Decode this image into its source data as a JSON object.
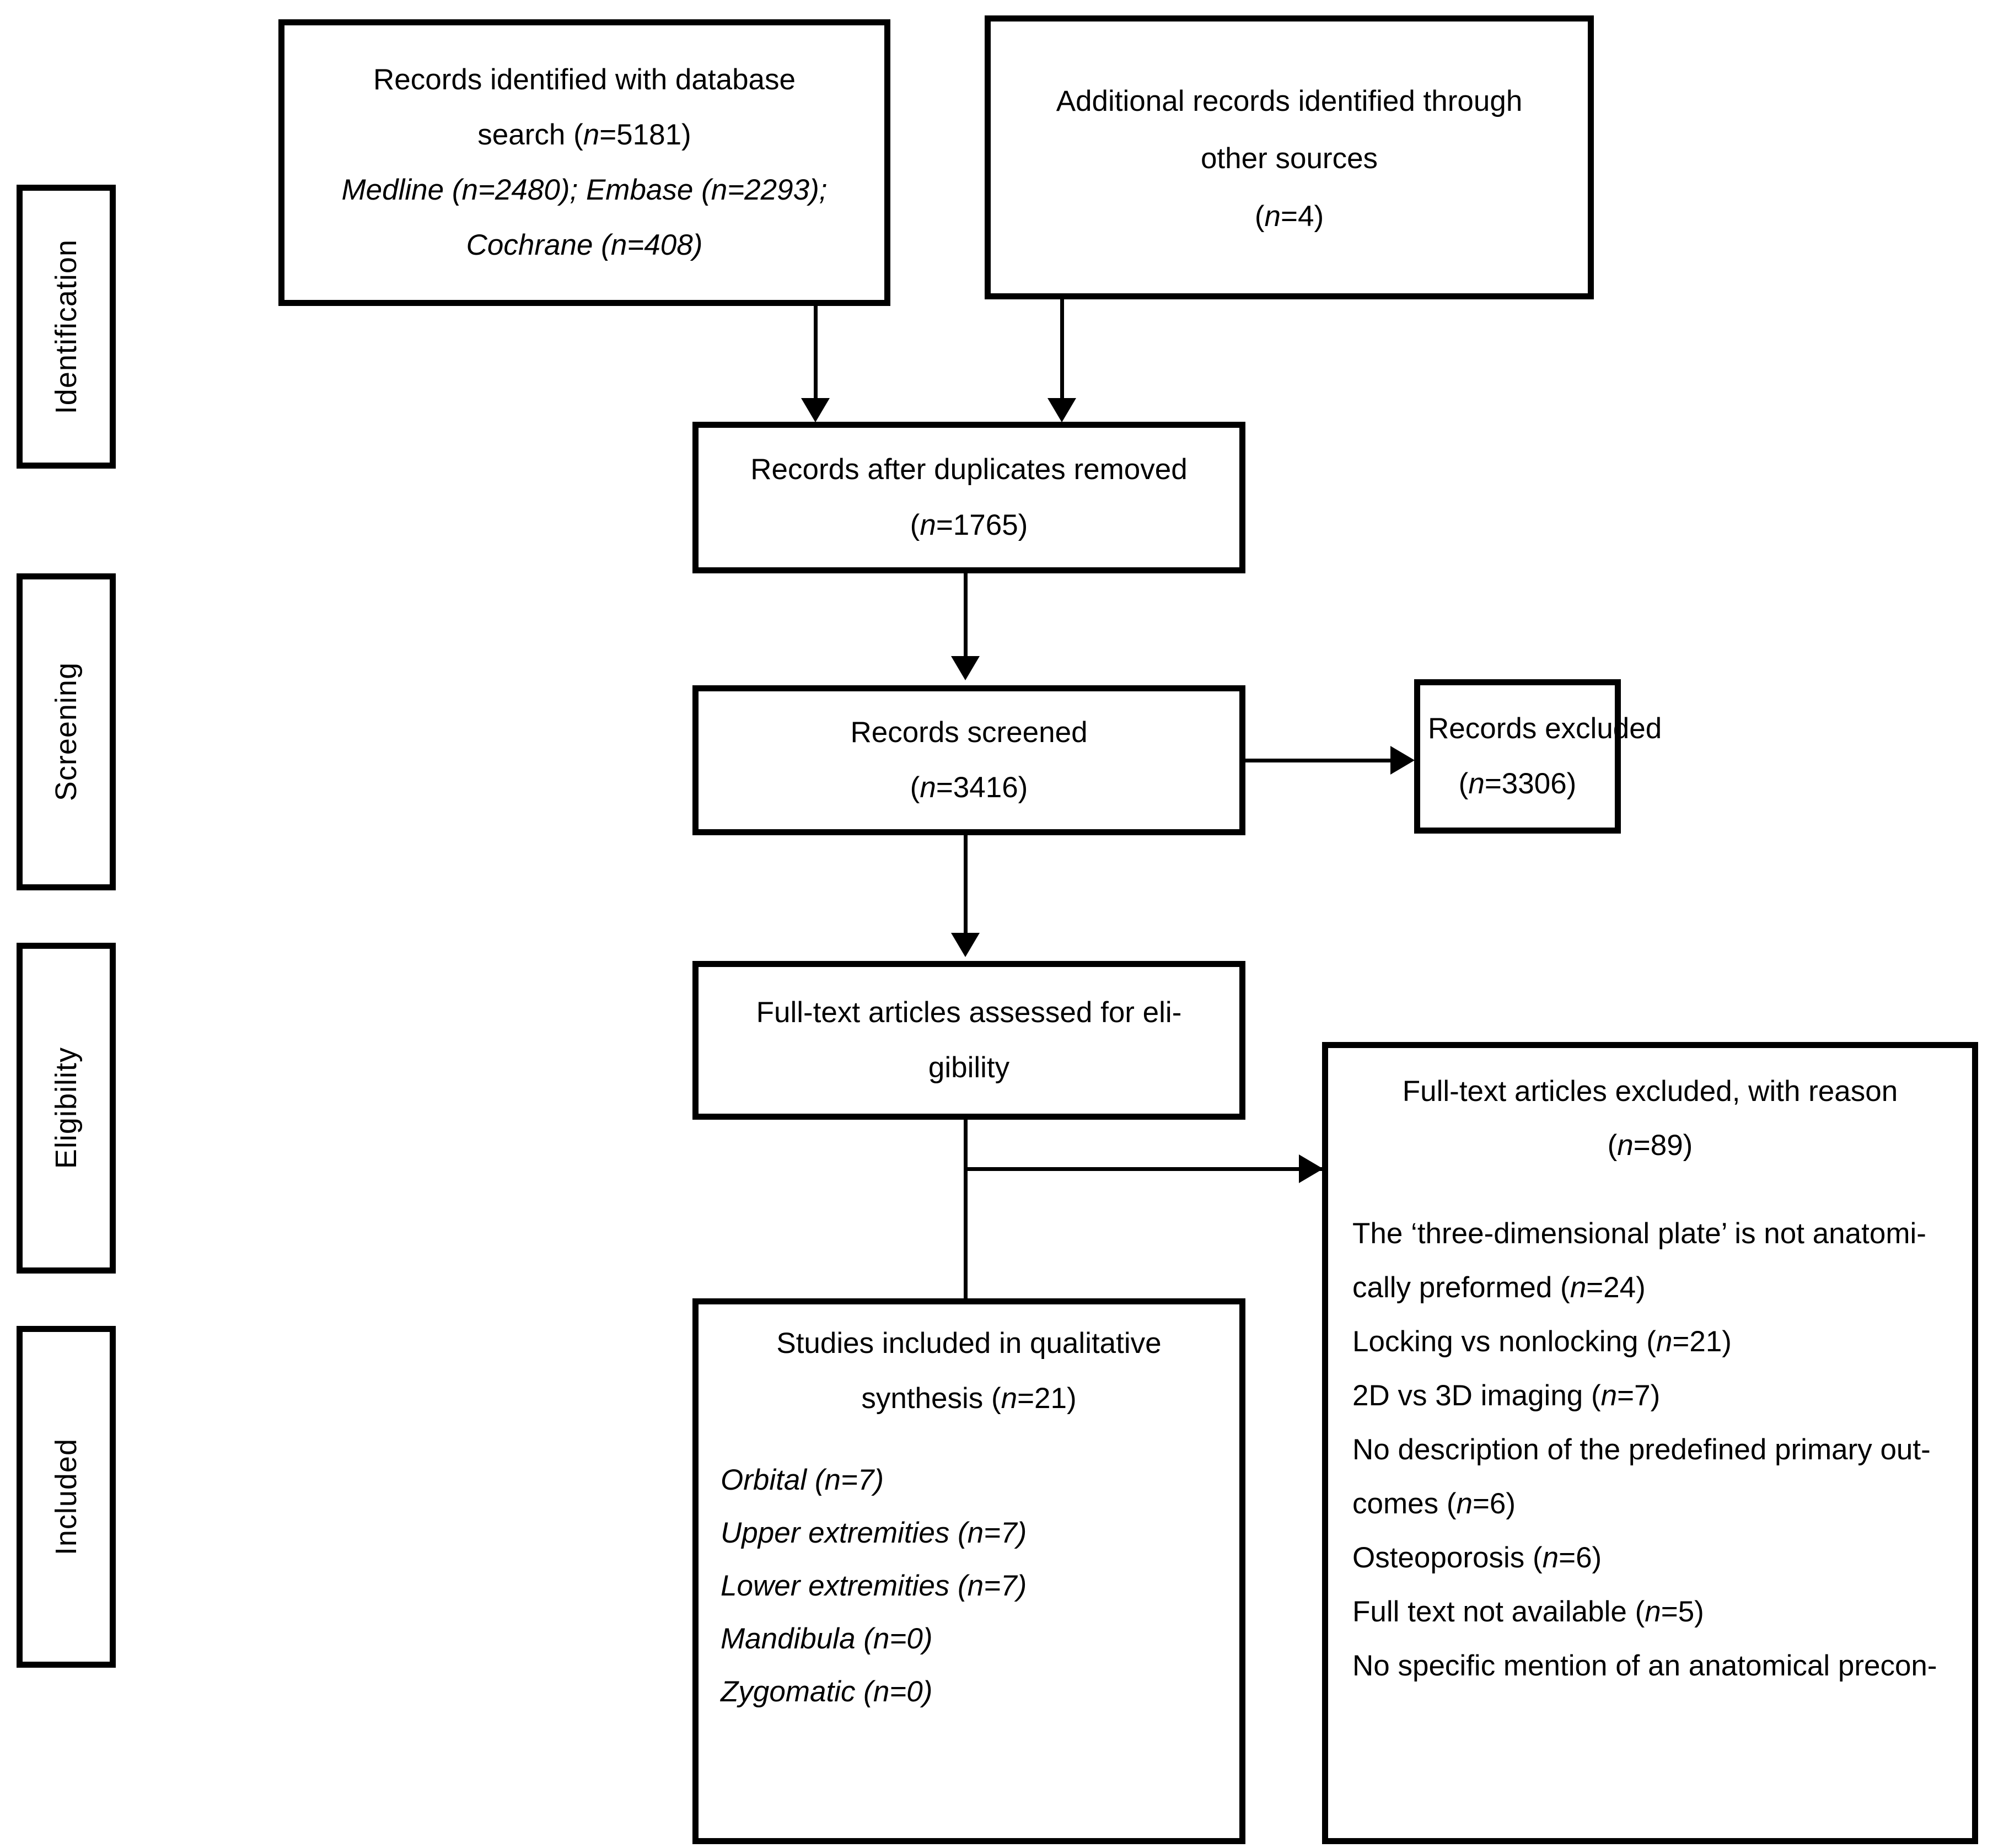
{
  "diagram": {
    "title": "PRISMA flow diagram",
    "stages": [
      {
        "id": "identification",
        "label": "Identification"
      },
      {
        "id": "screening",
        "label": "Screening"
      },
      {
        "id": "eligibility",
        "label": "Eligibility"
      },
      {
        "id": "included",
        "label": "Included"
      }
    ],
    "boxes": {
      "database_search": {
        "lines": [
          "Records identified with database",
          "search (n=5181)"
        ],
        "sub_lines": [
          "Medline (n=2480); Embase (n=2293);",
          "Cochrane (n=408)"
        ]
      },
      "other_sources": {
        "lines": [
          "Additional records identified through",
          "other sources",
          "(n=4)"
        ]
      },
      "duplicates_removed": {
        "lines": [
          "Records after duplicates removed",
          "(n=1765)"
        ]
      },
      "records_screened": {
        "lines": [
          "Records screened",
          "(n=3416)"
        ]
      },
      "records_excluded": {
        "lines": [
          "Records excluded",
          "(n=3306)"
        ]
      },
      "fulltext_assessed": {
        "lines": [
          "Full-text articles assessed for eli-",
          "gibility"
        ]
      },
      "fulltext_excluded": {
        "heading": [
          "Full-text articles excluded, with reason",
          "(n=89)"
        ],
        "reasons": [
          "The ‘three-dimensional plate’ is not anatomi-",
          "cally preformed (n=24)",
          "Locking vs nonlocking (n=21)",
          "2D vs 3D imaging (n=7)",
          "No description of the predefined primary out-",
          "comes (n=6)",
          "Osteoporosis (n=6)",
          "Full text not available (n=5)",
          "No specific mention of an anatomical precon-"
        ]
      },
      "studies_included": {
        "lines": [
          "Studies included in qualitative",
          "synthesis (n=21)"
        ],
        "breakdown": [
          "Orbital (n=7)",
          "Upper extremities (n=7)",
          "Lower extremities (n=7)",
          "Mandibula (n=0)",
          "Zygomatic (n=0)"
        ]
      }
    },
    "colors": {
      "stroke": "#000000",
      "fill": "#ffffff",
      "text": "#000000"
    }
  }
}
